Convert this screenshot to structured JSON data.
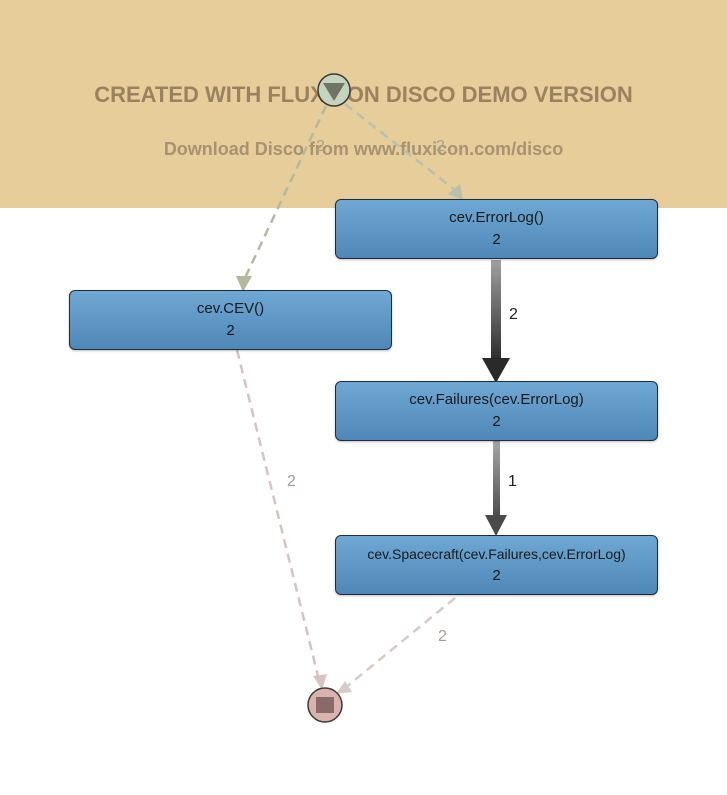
{
  "watermark": {
    "title": "CREATED WITH FLUXICON DISCO DEMO VERSION",
    "subtitle": "Download Disco from www.fluxicon.com/disco"
  },
  "start_node": {
    "icon": "start-triangle-icon"
  },
  "end_node": {
    "icon": "end-square-icon"
  },
  "nodes": [
    {
      "id": "errorlog",
      "label": "cev.ErrorLog()",
      "count": "2"
    },
    {
      "id": "cev",
      "label": "cev.CEV()",
      "count": "2"
    },
    {
      "id": "failures",
      "label": "cev.Failures(cev.ErrorLog)",
      "count": "2"
    },
    {
      "id": "spacecraft",
      "label": "cev.Spacecraft(cev.Failures,cev.ErrorLog)",
      "count": "2"
    }
  ],
  "edges": [
    {
      "from": "start",
      "to": "cev",
      "label": "2",
      "style": "dashed"
    },
    {
      "from": "start",
      "to": "errorlog",
      "label": "2",
      "style": "dashed"
    },
    {
      "from": "errorlog",
      "to": "failures",
      "label": "2",
      "style": "solid"
    },
    {
      "from": "failures",
      "to": "spacecraft",
      "label": "1",
      "style": "solid"
    },
    {
      "from": "cev",
      "to": "end",
      "label": "2",
      "style": "dashed"
    },
    {
      "from": "spacecraft",
      "to": "end",
      "label": "2",
      "style": "dashed"
    }
  ],
  "colors": {
    "banner": "#e6cd99",
    "node_fill": "#5b93c4",
    "start_fill": "#c6d3bd",
    "end_fill": "#d9b3ac"
  }
}
